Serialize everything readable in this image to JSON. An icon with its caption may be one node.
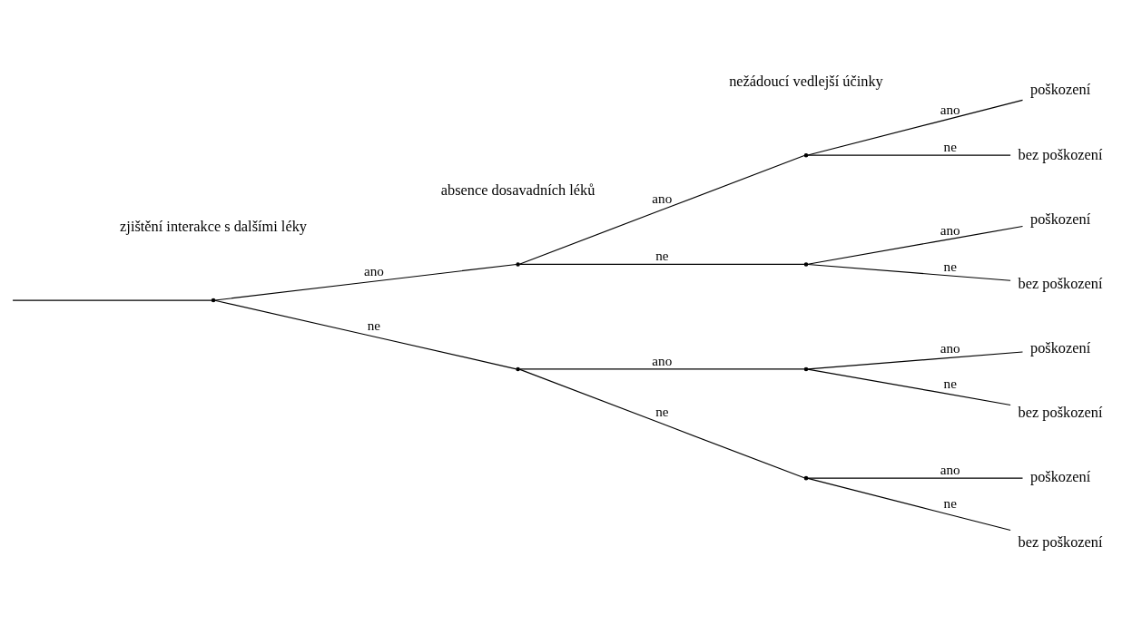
{
  "diagram": {
    "nodes": [
      {
        "text": [],
        "shape": "point"
      },
      {
        "text": [],
        "shape": "point"
      },
      {
        "text": [],
        "shape": "point"
      },
      {
        "text": [],
        "shape": "point"
      },
      {
        "text": [],
        "shape": "point"
      },
      {
        "text": [],
        "shape": "point"
      },
      {
        "text": [],
        "shape": "point"
      },
      {
        "text": [
          "poškození"
        ]
      },
      {
        "text": [
          "bez poškození"
        ]
      },
      {
        "text": [
          "poškození"
        ]
      },
      {
        "text": [
          "bez poškození"
        ]
      },
      {
        "text": [
          "poškození"
        ]
      },
      {
        "text": [
          "bez poškození"
        ]
      },
      {
        "text": [
          "poškození"
        ]
      },
      {
        "text": [
          "bez poškození"
        ]
      }
    ],
    "edges": [
      {
        "from": null,
        "to": 0,
        "arrow": "none"
      },
      {
        "from": 0,
        "to": 1,
        "label": "ano",
        "arrow": "none"
      },
      {
        "from": 0,
        "to": 2,
        "label": "ne",
        "arrow": "none"
      },
      {
        "from": 1,
        "to": 3,
        "label": "ano",
        "arrow": "none"
      },
      {
        "from": 1,
        "to": 4,
        "label": "ne",
        "arrow": "none"
      },
      {
        "from": 2,
        "to": 5,
        "label": "ano",
        "arrow": "none"
      },
      {
        "from": 2,
        "to": 6,
        "label": "ne",
        "arrow": "none"
      },
      {
        "from": 3,
        "to": 7,
        "label": "ano",
        "arrow": "none"
      },
      {
        "from": 3,
        "to": 8,
        "label": "ne",
        "arrow": "none"
      },
      {
        "from": 4,
        "to": 9,
        "label": "ano",
        "arrow": "none"
      },
      {
        "from": 4,
        "to": 10,
        "label": "ne",
        "arrow": "none"
      },
      {
        "from": 5,
        "to": 11,
        "label": "ano",
        "arrow": "none"
      },
      {
        "from": 5,
        "to": 12,
        "label": "ne",
        "arrow": "none"
      },
      {
        "from": 6,
        "to": 13,
        "label": "ano",
        "arrow": "none"
      },
      {
        "from": 6,
        "to": 14,
        "label": "ne",
        "arrow": "none"
      }
    ],
    "labels": [
      "zjištění interakce s dalšími léky",
      "absence dosavadních léků",
      "nežádoucí vedlejší účinky"
    ]
  }
}
